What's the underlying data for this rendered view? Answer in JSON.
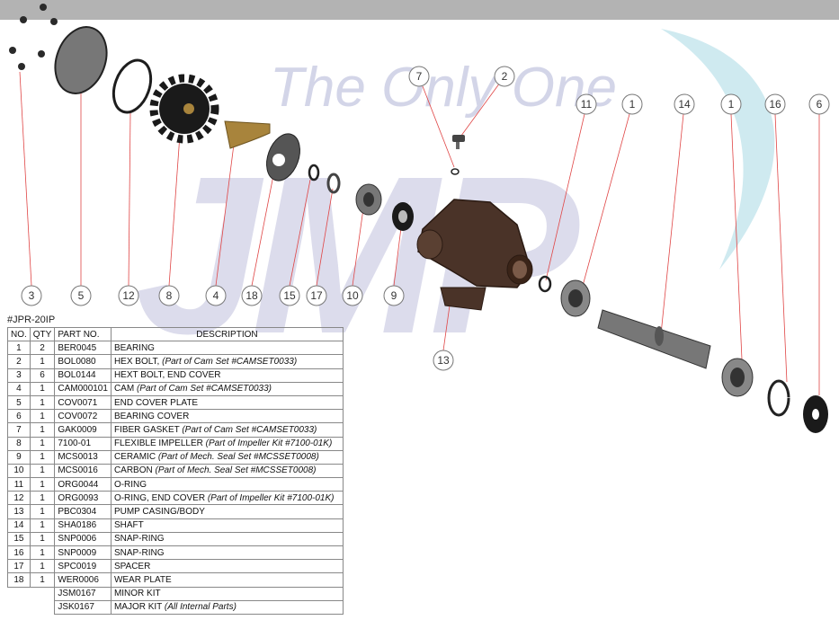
{
  "watermark": {
    "tagline": "The Only One",
    "brand": "JMP"
  },
  "callouts": [
    {
      "id": "c3",
      "label": "3"
    },
    {
      "id": "c5",
      "label": "5"
    },
    {
      "id": "c12",
      "label": "12"
    },
    {
      "id": "c8",
      "label": "8"
    },
    {
      "id": "c4",
      "label": "4"
    },
    {
      "id": "c18",
      "label": "18"
    },
    {
      "id": "c15",
      "label": "15"
    },
    {
      "id": "c17",
      "label": "17"
    },
    {
      "id": "c10",
      "label": "10"
    },
    {
      "id": "c9",
      "label": "9"
    },
    {
      "id": "c7",
      "label": "7"
    },
    {
      "id": "c2",
      "label": "2"
    },
    {
      "id": "c13",
      "label": "13"
    },
    {
      "id": "c11",
      "label": "11"
    },
    {
      "id": "c1a",
      "label": "1"
    },
    {
      "id": "c14",
      "label": "14"
    },
    {
      "id": "c1b",
      "label": "1"
    },
    {
      "id": "c16",
      "label": "16"
    },
    {
      "id": "c6",
      "label": "6"
    }
  ],
  "table": {
    "model_code": "#JPR-20IP",
    "headers": [
      "NO.",
      "QTY",
      "PART NO.",
      "DESCRIPTION"
    ],
    "rows": [
      {
        "no": "1",
        "qty": "2",
        "part": "BER0045",
        "desc": "BEARING",
        "note": ""
      },
      {
        "no": "2",
        "qty": "1",
        "part": "BOL0080",
        "desc": "HEX BOLT, ",
        "note": "(Part of Cam Set #CAMSET0033)"
      },
      {
        "no": "3",
        "qty": "6",
        "part": "BOL0144",
        "desc": "HEXT BOLT, END COVER",
        "note": ""
      },
      {
        "no": "4",
        "qty": "1",
        "part": "CAM000101",
        "desc": "CAM ",
        "note": "(Part of Cam Set #CAMSET0033)"
      },
      {
        "no": "5",
        "qty": "1",
        "part": "COV0071",
        "desc": "END COVER PLATE",
        "note": ""
      },
      {
        "no": "6",
        "qty": "1",
        "part": "COV0072",
        "desc": "BEARING COVER",
        "note": ""
      },
      {
        "no": "7",
        "qty": "1",
        "part": "GAK0009",
        "desc": "FIBER GASKET ",
        "note": "(Part of Cam Set #CAMSET0033)"
      },
      {
        "no": "8",
        "qty": "1",
        "part": "7100-01",
        "desc": "FLEXIBLE IMPELLER ",
        "note": "(Part of Impeller Kit #7100-01K)"
      },
      {
        "no": "9",
        "qty": "1",
        "part": "MCS0013",
        "desc": "CERAMIC ",
        "note": "(Part of Mech. Seal Set #MCSSET0008)"
      },
      {
        "no": "10",
        "qty": "1",
        "part": "MCS0016",
        "desc": "CARBON ",
        "note": "(Part of Mech. Seal Set #MCSSET0008)"
      },
      {
        "no": "11",
        "qty": "1",
        "part": "ORG0044",
        "desc": "O-RING",
        "note": ""
      },
      {
        "no": "12",
        "qty": "1",
        "part": "ORG0093",
        "desc": "O-RING, END COVER ",
        "note": "(Part of Impeller Kit #7100-01K)"
      },
      {
        "no": "13",
        "qty": "1",
        "part": "PBC0304",
        "desc": "PUMP CASING/BODY",
        "note": ""
      },
      {
        "no": "14",
        "qty": "1",
        "part": "SHA0186",
        "desc": "SHAFT",
        "note": ""
      },
      {
        "no": "15",
        "qty": "1",
        "part": "SNP0006",
        "desc": "SNAP-RING",
        "note": ""
      },
      {
        "no": "16",
        "qty": "1",
        "part": "SNP0009",
        "desc": "SNAP-RING",
        "note": ""
      },
      {
        "no": "17",
        "qty": "1",
        "part": "SPC0019",
        "desc": "SPACER",
        "note": ""
      },
      {
        "no": "18",
        "qty": "1",
        "part": "WER0006",
        "desc": "WEAR PLATE",
        "note": ""
      },
      {
        "no": "",
        "qty": "",
        "part": "JSM0167",
        "desc": "MINOR KIT",
        "note": ""
      },
      {
        "no": "",
        "qty": "",
        "part": "JSK0167",
        "desc": "MAJOR KIT ",
        "note": "(All Internal Parts)"
      }
    ]
  },
  "colors": {
    "watermark": "#c9cbe3",
    "swoosh": "#cfeaf0",
    "leader": "#e04545",
    "part_dark": "#2a2a2a",
    "casing": "#4a3328",
    "cam": "#a8843c"
  }
}
